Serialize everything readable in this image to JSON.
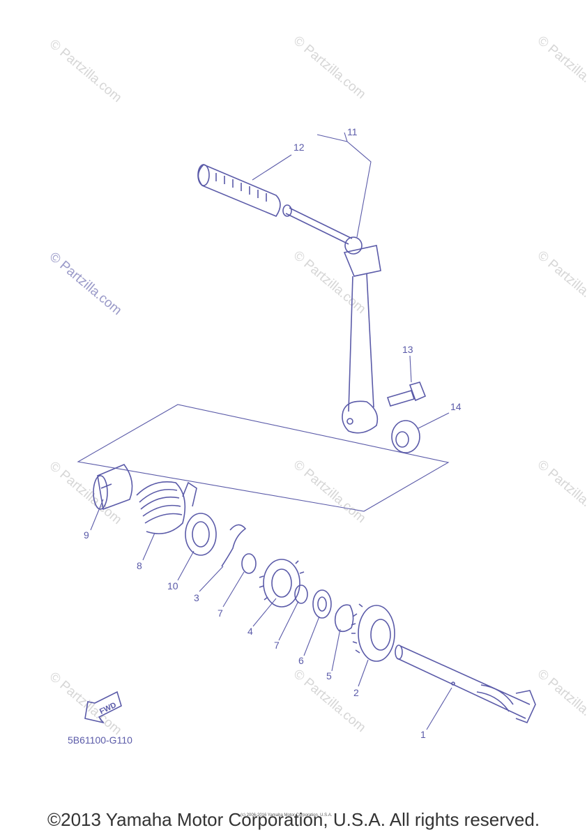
{
  "watermark": "© Partzilla.com",
  "diagram_code": "5B61100-G110",
  "fwd_label": "FWD",
  "small_copyright": "(c) 2006-2016 Yamaha Motor Corporation, U.S.A.",
  "copyright": "©2013 Yamaha Motor Corporation, U.S.A. All rights reserved.",
  "callouts": {
    "c1": "1",
    "c2": "2",
    "c3": "3",
    "c4": "4",
    "c5": "5",
    "c6": "6",
    "c7a": "7",
    "c7b": "7",
    "c8": "8",
    "c9": "9",
    "c10": "10",
    "c11": "11",
    "c12": "12",
    "c13": "13",
    "c14": "14"
  },
  "colors": {
    "line": "#5a5aa8",
    "watermark": "#d6d6d6",
    "footer": "#333333"
  }
}
